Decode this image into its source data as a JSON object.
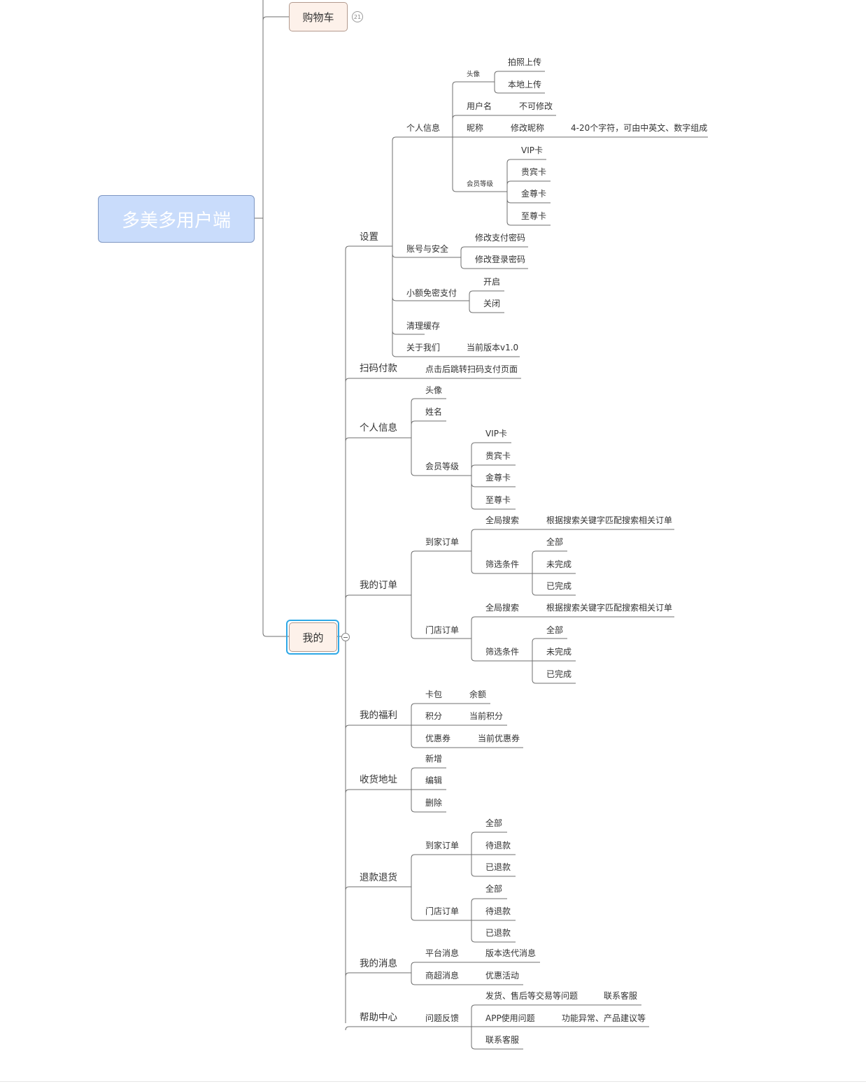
{
  "root": "多美多用户端",
  "cart": {
    "label": "购物车",
    "badge": "21"
  },
  "mine": {
    "label": "我的",
    "settings": {
      "label": "设置",
      "personal_info": {
        "label": "个人信息",
        "avatar": {
          "label": "头像",
          "options": [
            "拍照上传",
            "本地上传"
          ]
        },
        "username": {
          "label": "用户名",
          "value": "不可修改"
        },
        "nickname": {
          "label": "昵称",
          "value": "修改昵称",
          "rule": "4-20个字符，可由中英文、数字组成"
        },
        "member_level": {
          "label": "会员等级",
          "cards": [
            "VIP卡",
            "贵宾卡",
            "金尊卡",
            "至尊卡"
          ]
        }
      },
      "account_security": {
        "label": "账号与安全",
        "items": [
          "修改支付密码",
          "修改登录密码"
        ]
      },
      "small_pay": {
        "label": "小额免密支付",
        "items": [
          "开启",
          "关闭"
        ]
      },
      "clear_cache": "清理缓存",
      "about": {
        "label": "关于我们",
        "value": "当前版本v1.0"
      }
    },
    "scan_pay": {
      "label": "扫码付款",
      "value": "点击后跳转扫码支付页面"
    },
    "personal_info": {
      "label": "个人信息",
      "avatar": "头像",
      "name": "姓名",
      "member_level": {
        "label": "会员等级",
        "cards": [
          "VIP卡",
          "贵宾卡",
          "金尊卡",
          "至尊卡"
        ]
      }
    },
    "orders": {
      "label": "我的订单",
      "home": {
        "label": "到家订单",
        "search": "全局搜索",
        "search_desc": "根据搜索关键字匹配搜索相关订单",
        "filter": "筛选条件",
        "filters": [
          "全部",
          "未完成",
          "已完成"
        ]
      },
      "store": {
        "label": "门店订单",
        "search": "全局搜索",
        "search_desc": "根据搜索关键字匹配搜索相关订单",
        "filter": "筛选条件",
        "filters": [
          "全部",
          "未完成",
          "已完成"
        ]
      }
    },
    "welfare": {
      "label": "我的福利",
      "items": [
        {
          "label": "卡包",
          "value": "余额"
        },
        {
          "label": "积分",
          "value": "当前积分"
        },
        {
          "label": "优惠券",
          "value": "当前优惠券"
        }
      ]
    },
    "address": {
      "label": "收货地址",
      "items": [
        "新增",
        "编辑",
        "删除"
      ]
    },
    "refund": {
      "label": "退款退货",
      "home": {
        "label": "到家订单",
        "items": [
          "全部",
          "待退款",
          "已退款"
        ]
      },
      "store": {
        "label": "门店订单",
        "items": [
          "全部",
          "待退款",
          "已退款"
        ]
      }
    },
    "messages": {
      "label": "我的消息",
      "items": [
        {
          "label": "平台消息",
          "value": "版本迭代消息"
        },
        {
          "label": "商超消息",
          "value": "优惠活动"
        }
      ]
    },
    "help": {
      "label": "帮助中心",
      "feedback": {
        "label": "问题反馈",
        "items": [
          {
            "label": "发货、售后等交易等问题",
            "value": "联系客服"
          },
          {
            "label": "APP使用问题",
            "value": "功能异常、产品建议等"
          },
          {
            "label": "联系客服",
            "value": ""
          }
        ]
      }
    }
  }
}
